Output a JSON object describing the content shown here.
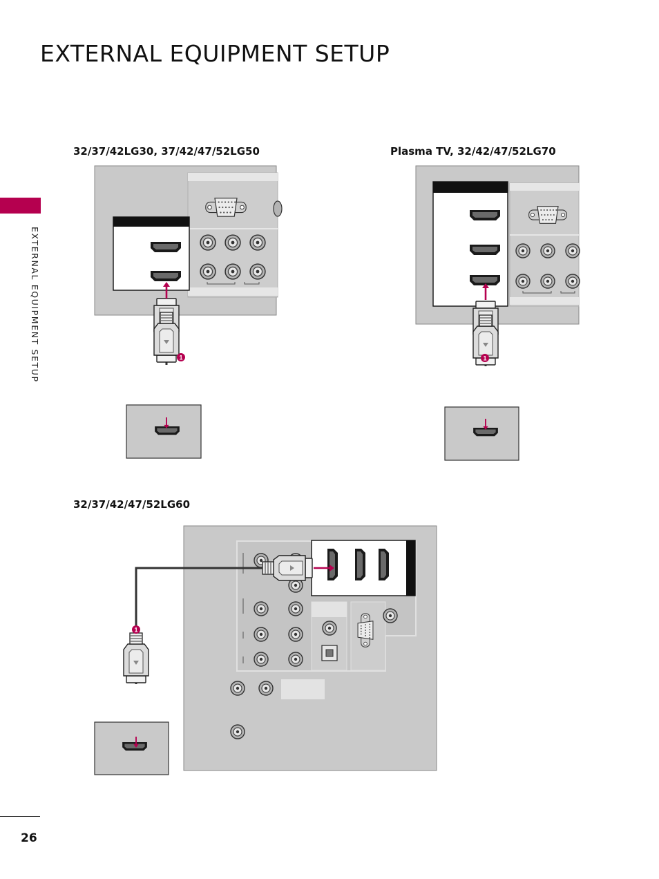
{
  "page": {
    "title": "EXTERNAL EQUIPMENT SETUP",
    "side_label": "EXTERNAL EQUIPMENT SETUP",
    "page_number": "26"
  },
  "diagrams": [
    {
      "model_label": "32/37/42LG30, 37/42/47/52LG50",
      "step_marker": "1"
    },
    {
      "model_label": "Plasma TV, 32/42/47/52LG70",
      "step_marker": "1"
    },
    {
      "model_label": "32/37/42/47/52LG60",
      "step_marker": "1"
    }
  ],
  "colors": {
    "accent": "#b5004f",
    "panel": "#c9c9c9",
    "panel_dark": "#9d9d9d",
    "cable": "#333333"
  }
}
